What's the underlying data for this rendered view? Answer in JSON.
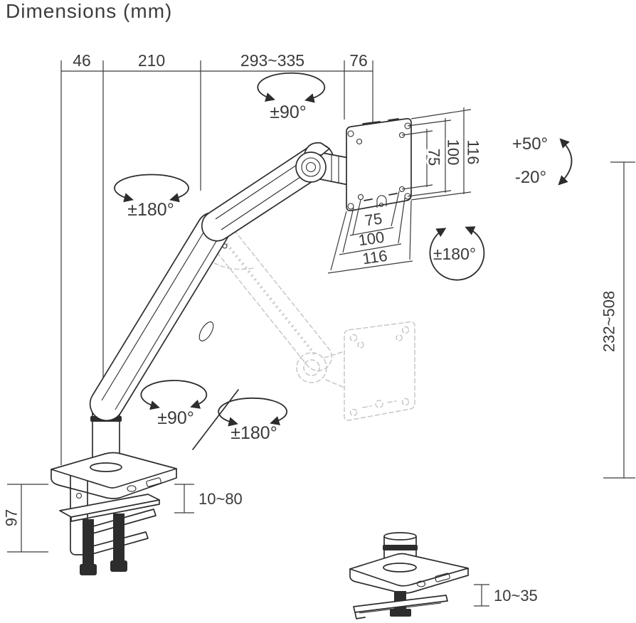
{
  "title": "Dimensions (mm)",
  "colors": {
    "line": "#2d2d2d",
    "ghost": "#c7c7c7",
    "text": "#3a3a3a",
    "background": "#ffffff"
  },
  "dimensions": {
    "top_chain": {
      "base_offset": "46",
      "lower_arm": "210",
      "upper_arm_reach": "293~335",
      "head_offset": "76"
    },
    "vesa": {
      "vertical": {
        "inner": "75",
        "middle": "100",
        "outer": "116"
      },
      "horizontal": {
        "inner": "75",
        "middle": "100",
        "outer": "116"
      }
    },
    "height_range": "232~508",
    "clamp_bracket_height": "97",
    "clamp_desk_thickness": "10~80",
    "grommet_desk_thickness": "10~35"
  },
  "rotations": {
    "head_swivel": "±90°",
    "upper_arm_rotation": "±180°",
    "base_swivel": "±90°",
    "base_rotation": "±180°",
    "vesa_rotation": "±180°",
    "tilt_up": "+50°",
    "tilt_down": "-20°"
  }
}
